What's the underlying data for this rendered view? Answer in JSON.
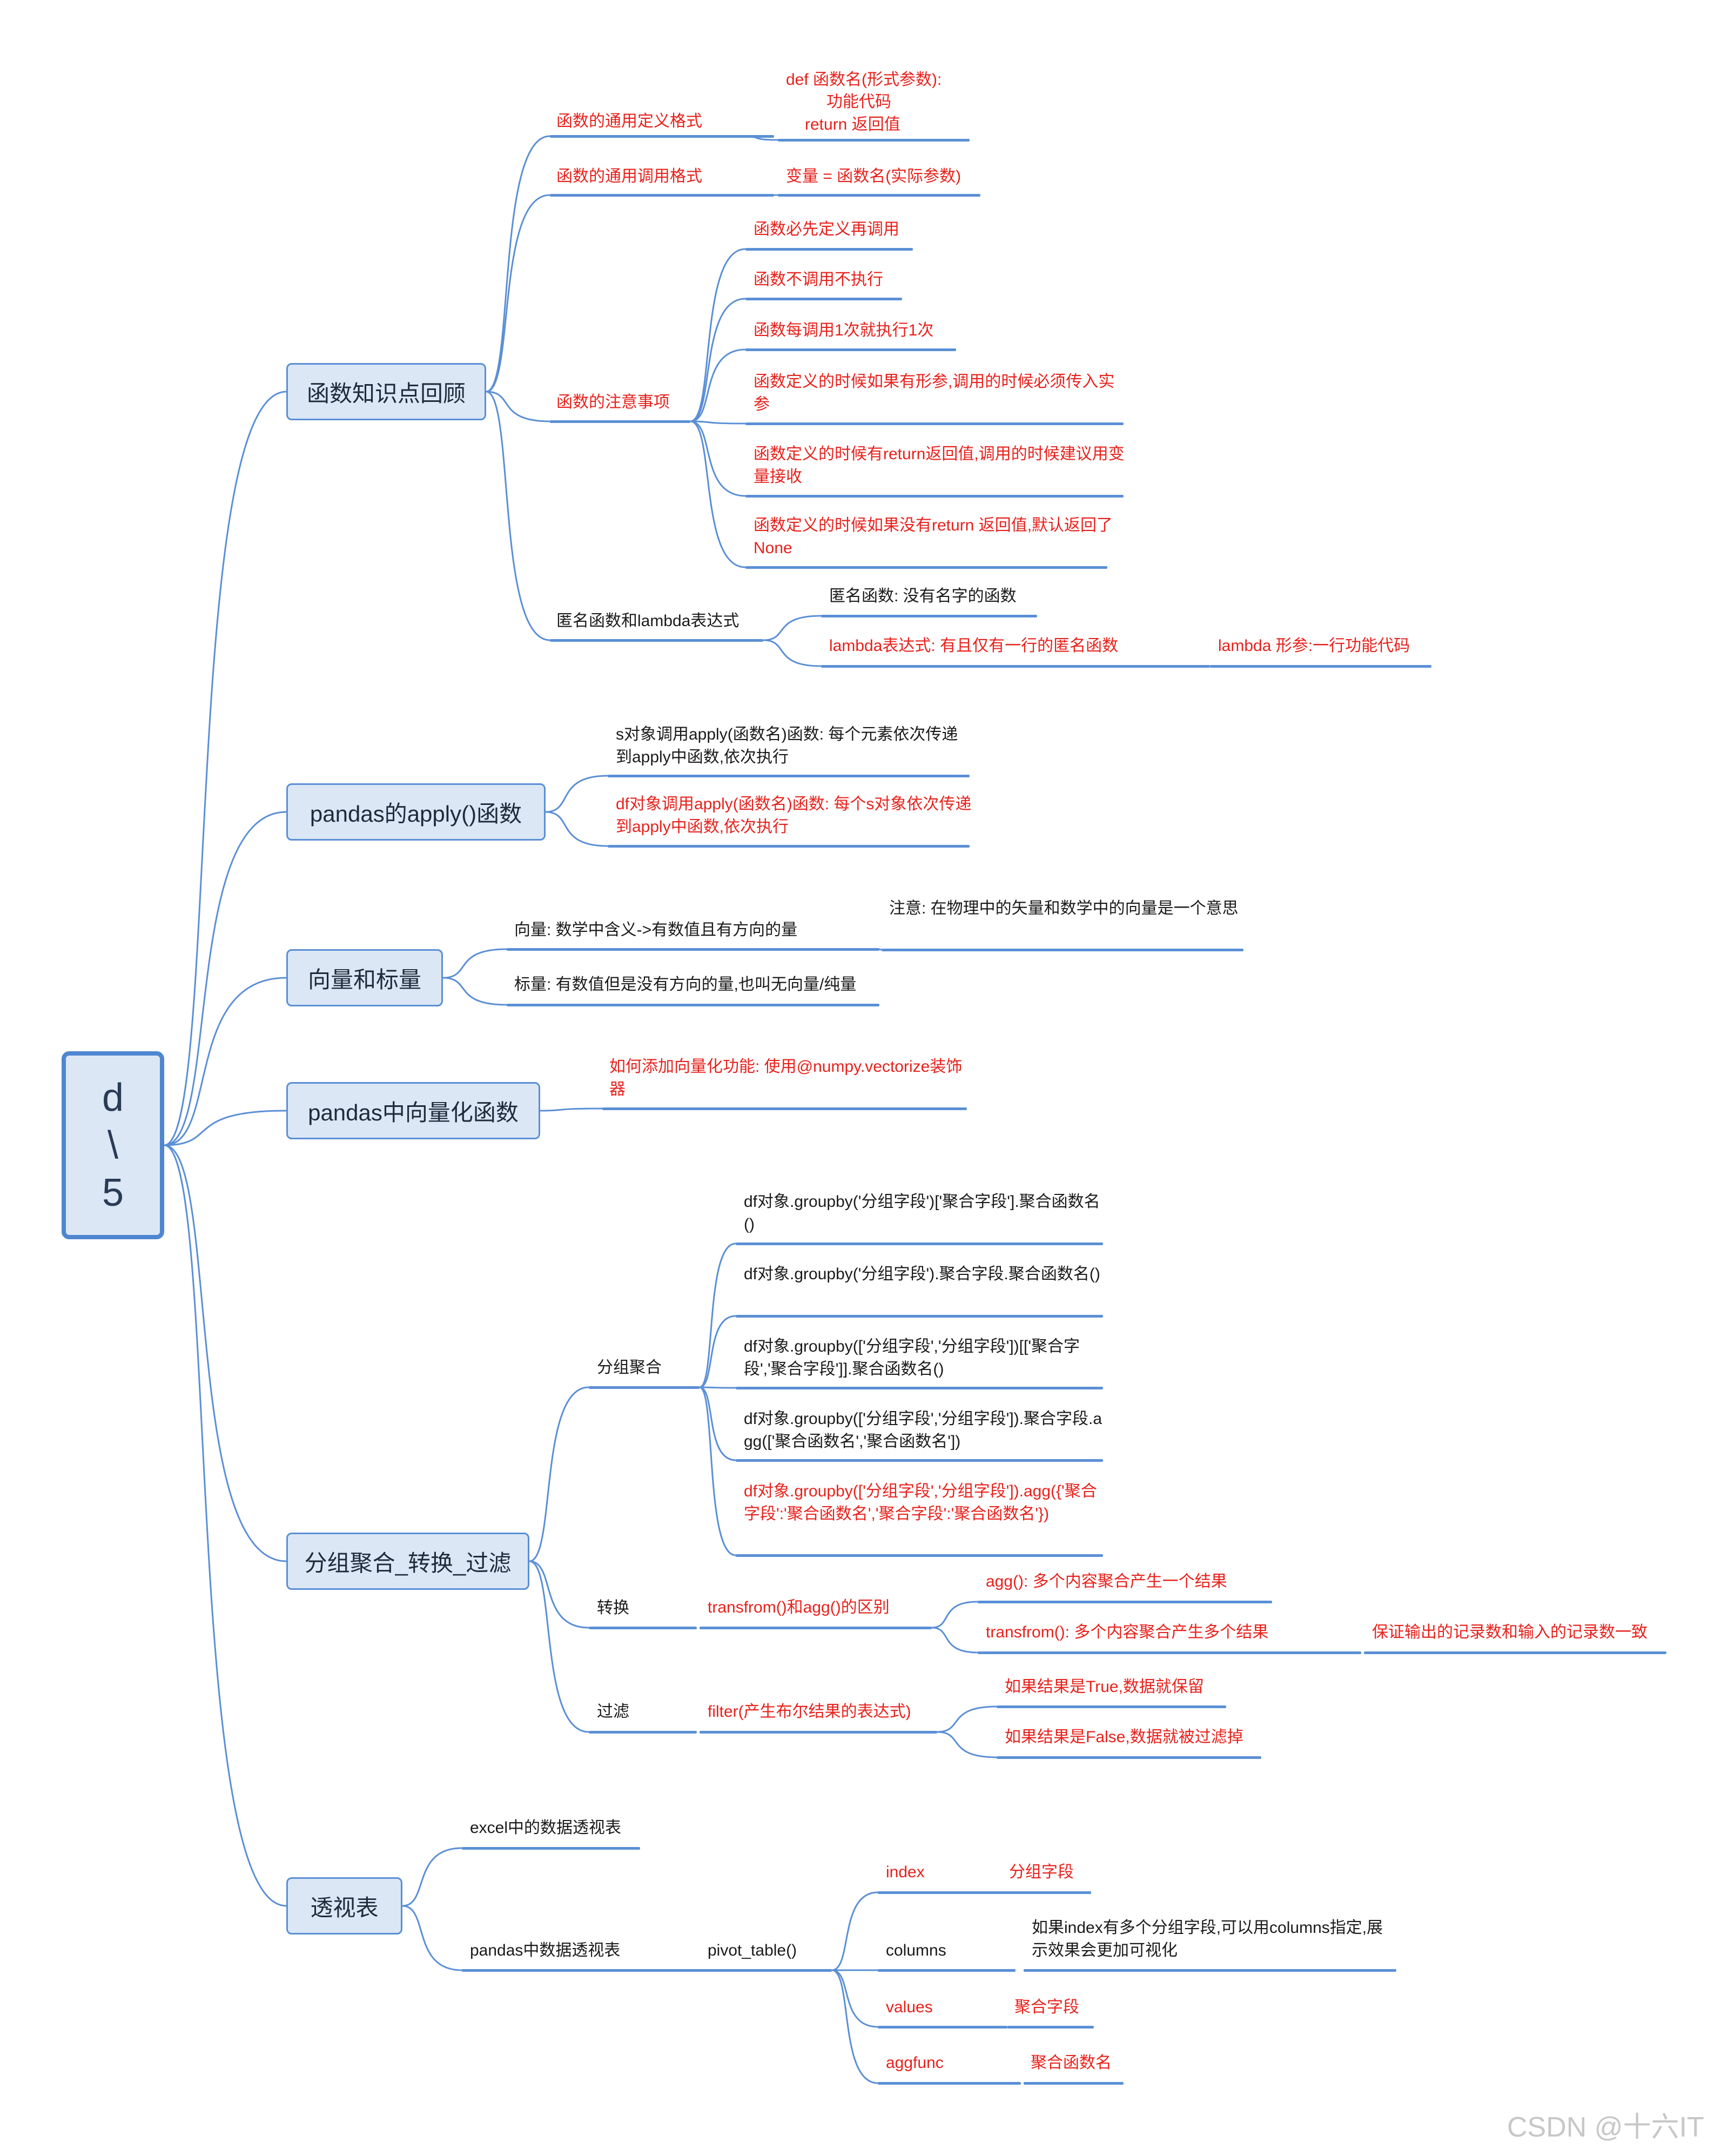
{
  "root": {
    "lines": [
      "d",
      "\\",
      "5"
    ]
  },
  "branches": {
    "b1": {
      "title": "函数知识点回顾",
      "def_format": {
        "label": "函数的通用定义格式",
        "code": [
          "def    函数名(形式参数):",
          "功能代码",
          "return 返回值"
        ]
      },
      "call_format": {
        "label": "函数的通用调用格式",
        "code": "变量  =  函数名(实际参数)"
      },
      "notes": {
        "label": "函数的注意事项",
        "items": [
          "函数必先定义再调用",
          "函数不调用不执行",
          "函数每调用1次就执行1次",
          "函数定义的时候如果有形参,调用的时候必须传入实参",
          "函数定义的时候有return返回值,调用的时候建议用变量接收",
          "函数定义的时候如果没有return 返回值,默认返回了None"
        ]
      },
      "lambda": {
        "label": "匿名函数和lambda表达式",
        "anon": "匿名函数:  没有名字的函数",
        "expr": "lambda表达式:  有且仅有一行的匿名函数",
        "syntax": "lambda 形参:一行功能代码"
      }
    },
    "b2": {
      "title": "pandas的apply()函数",
      "items": [
        "s对象调用apply(函数名)函数:  每个元素依次传递到apply中函数,依次执行",
        "df对象调用apply(函数名)函数:  每个s对象依次传递到apply中函数,依次执行"
      ]
    },
    "b3": {
      "title": "向量和标量",
      "vector": "向量: 数学中含义->有数值且有方向的量",
      "vector_note": "注意: 在物理中的矢量和数学中的向量是一个意思",
      "scalar": "标量: 有数值但是没有方向的量,也叫无向量/纯量"
    },
    "b4": {
      "title": "pandas中向量化函数",
      "item": "如何添加向量化功能:  使用@numpy.vectorize装饰器"
    },
    "b5": {
      "title": "分组聚合_转换_过滤",
      "group": {
        "label": "分组聚合",
        "items": [
          "df对象.groupby('分组字段')['聚合字段'].聚合函数名()",
          "df对象.groupby('分组字段').聚合字段.聚合函数名()",
          "df对象.groupby(['分组字段','分组字段'])[['聚合字段','聚合字段']].聚合函数名()",
          "df对象.groupby(['分组字段','分组字段']).聚合字段.agg(['聚合函数名','聚合函数名'])",
          "df对象.groupby(['分组字段','分组字段']).agg({'聚合字段':'聚合函数名','聚合字段':'聚合函数名'})"
        ]
      },
      "transform": {
        "label": "转换",
        "diff": "transfrom()和agg()的区别",
        "agg": "agg():  多个内容聚合产生一个结果",
        "transform": "transfrom():  多个内容聚合产生多个结果",
        "note": "保证输出的记录数和输入的记录数一致"
      },
      "filter": {
        "label": "过滤",
        "expr": "filter(产生布尔结果的表达式)",
        "true": "如果结果是True,数据就保留",
        "false": "如果结果是False,数据就被过滤掉"
      }
    },
    "b6": {
      "title": "透视表",
      "excel": "excel中的数据透视表",
      "pandas": "pandas中数据透视表",
      "pivot": "pivot_table()",
      "params": {
        "index": {
          "name": "index",
          "desc": "分组字段"
        },
        "columns": {
          "name": "columns",
          "desc": "如果index有多个分组字段,可以用columns指定,展示效果会更加可视化"
        },
        "values": {
          "name": "values",
          "desc": "聚合字段"
        },
        "aggfunc": {
          "name": "aggfunc",
          "desc": "聚合函数名"
        }
      }
    }
  },
  "watermark": "CSDN @十六IT",
  "colors": {
    "line": "#5b8fd6",
    "red_text": "#e8211c",
    "topic_fill": "#dbe7f5",
    "root_border": "#4f86d0"
  }
}
